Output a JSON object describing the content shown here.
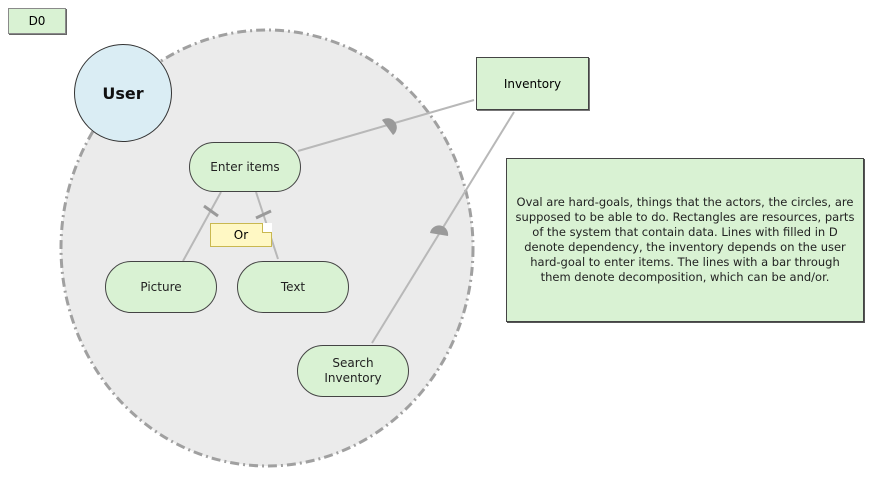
{
  "diagram": {
    "id_label": "D0",
    "actor": {
      "name": "User"
    },
    "goals": [
      {
        "key": "enter_items",
        "label": "Enter items"
      },
      {
        "key": "picture",
        "label": "Picture"
      },
      {
        "key": "text",
        "label": "Text"
      },
      {
        "key": "search_inventory",
        "label": "Search\nInventory"
      }
    ],
    "resource": {
      "label": "Inventory"
    },
    "decomposition_note": "Or",
    "annotation": "Oval are hard-goals, things that the actors, the circles, are supposed to be able to do. Rectangles are resources, parts of the system that contain data. Lines with filled in D denote dependency, the inventory depends on the user hard-goal to enter items. The lines with a bar through them denote decomposition, which can be and/or.",
    "colors": {
      "goal_fill": "#d9f2d3",
      "actor_fill": "#daedf4",
      "boundary_fill": "#ebebeb",
      "boundary_stroke": "#a0a0a0",
      "link_stroke": "#b8b8b8",
      "note_fill": "#fff8c4"
    }
  }
}
